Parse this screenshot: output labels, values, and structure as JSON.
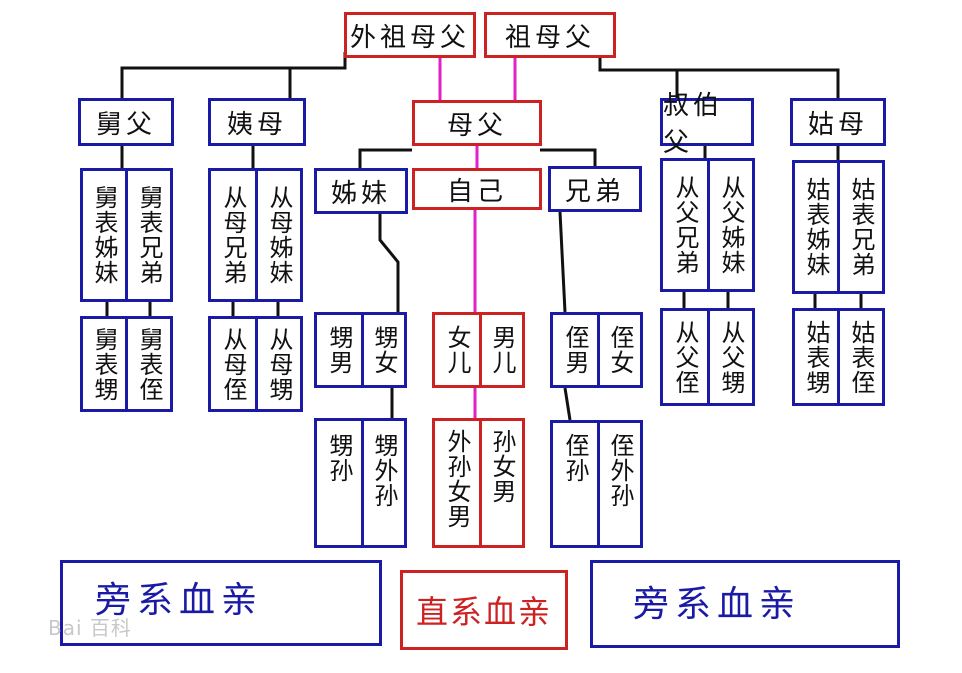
{
  "colors": {
    "collateral": "#1a1aa6",
    "direct": "#cc2222",
    "connector_direct": "#e020c8",
    "connector": "#111111"
  },
  "grandparents": {
    "maternal": "外祖母父",
    "paternal": "祖母父"
  },
  "gen1": {
    "maternal_uncle": "舅父",
    "maternal_aunt": "姨母",
    "parents": "母父",
    "paternal_uncle": "叔伯父",
    "paternal_aunt": "姑母"
  },
  "gen2": {
    "sisters": "姊妹",
    "self": "自己",
    "brothers": "兄弟"
  },
  "cousins": {
    "jiu_1": "舅表姊妹",
    "jiu_2": "舅表兄弟",
    "yi_1": "从母兄弟",
    "yi_2": "从母姊妹",
    "shu_1": "从父兄弟",
    "shu_2": "从父姊妹",
    "gu_1": "姑表姊妹",
    "gu_2": "姑表兄弟"
  },
  "cousin_children": {
    "jiu_1": "舅表甥",
    "jiu_2": "舅表侄",
    "yi_1": "从母侄",
    "yi_2": "从母甥",
    "shu_1": "从父侄",
    "shu_2": "从父甥",
    "gu_1": "姑表甥",
    "gu_2": "姑表侄"
  },
  "children": {
    "sister_1": "甥男",
    "sister_2": "甥女",
    "self_1": "女儿",
    "self_2": "男儿",
    "brother_1": "侄男",
    "brother_2": "侄女"
  },
  "grandchildren": {
    "sister_1": "甥孙",
    "sister_2": "甥外孙",
    "self_1": "外孙女男",
    "self_2": "孙女男",
    "brother_1": "侄孙",
    "brother_2": "侄外孙"
  },
  "legend": {
    "left": "旁系血亲",
    "center": "直系血亲",
    "right": "旁系血亲"
  },
  "watermark": "Bai 百科"
}
